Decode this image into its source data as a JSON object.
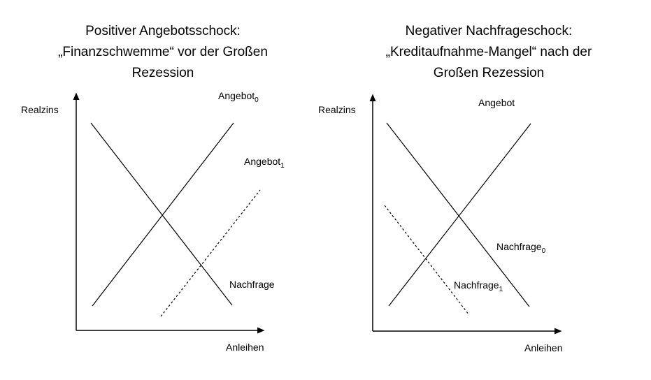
{
  "left": {
    "title_lines": [
      "Positiver Angebotsschock:",
      "„Finanzschwemme“ vor der Großen",
      "Rezession"
    ],
    "y_axis_label": "Realzins",
    "x_axis_label": "Anleihen",
    "supply0_label": "Angebot",
    "supply0_sub": "0",
    "supply1_label": "Angebot",
    "supply1_sub": "1",
    "demand_label": "Nachfrage"
  },
  "right": {
    "title_lines": [
      "Negativer Nachfrageschock:",
      "„Kreditaufnahme-Mangel“ nach der",
      "Großen Rezession"
    ],
    "y_axis_label": "Realzins",
    "x_axis_label": "Anleihen",
    "supply_label": "Angebot",
    "demand0_label": "Nachfrage",
    "demand0_sub": "0",
    "demand1_label": "Nachfrage",
    "demand1_sub": "1"
  },
  "colors": {
    "line": "#000000",
    "background": "#ffffff"
  }
}
